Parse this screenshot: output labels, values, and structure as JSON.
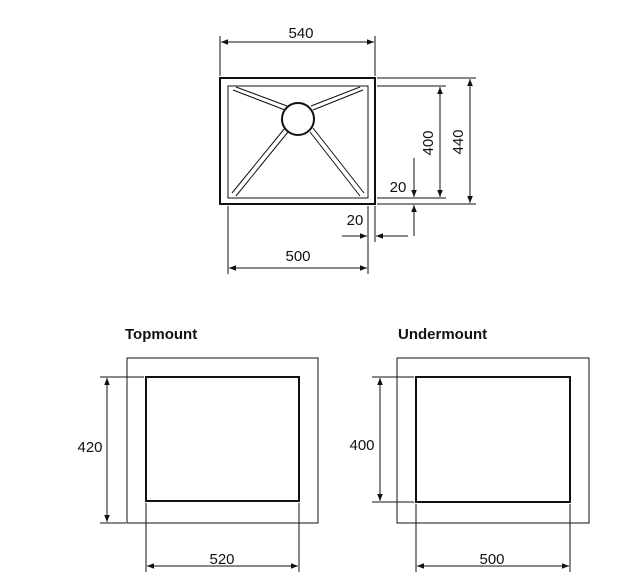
{
  "top_view": {
    "dim_outer_width": "540",
    "dim_inner_width": "500",
    "dim_inner_depth": "400",
    "dim_outer_depth": "440",
    "dim_side_offset": "20",
    "dim_bottom_offset": "20"
  },
  "topmount": {
    "title": "Topmount",
    "dim_height": "420",
    "dim_width": "520"
  },
  "undermount": {
    "title": "Undermount",
    "dim_height": "400",
    "dim_width": "500"
  }
}
